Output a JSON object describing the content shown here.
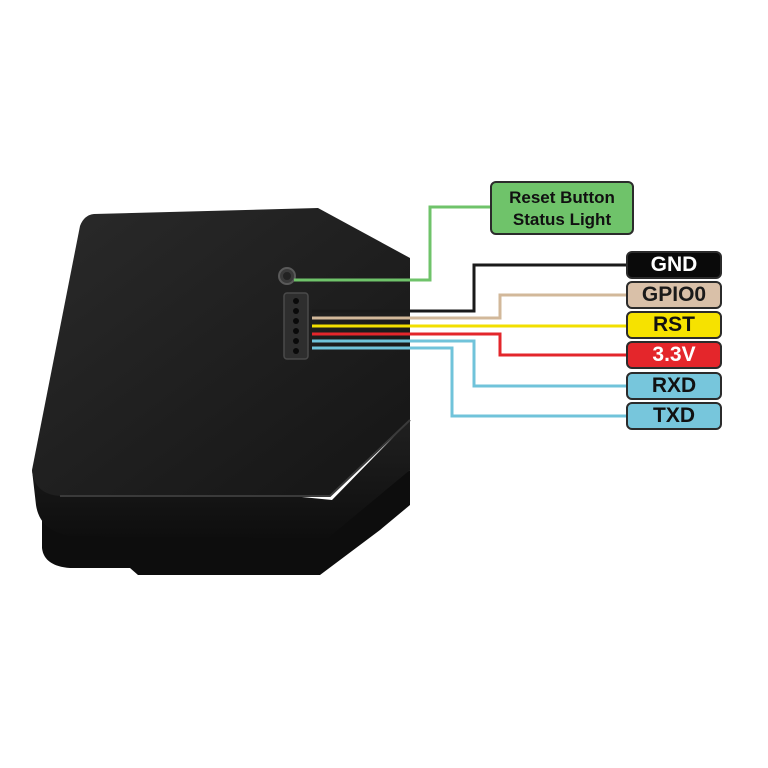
{
  "callouts": {
    "reset_line1": "Reset Button",
    "reset_line2": "Status Light",
    "reset_color": "#6fc36a"
  },
  "pins": [
    {
      "label": "GND",
      "fill": "#0a0a0a",
      "text_color": "#ffffff",
      "wire_color": "#1a1a1a"
    },
    {
      "label": "GPIO0",
      "fill": "#d9c0a8",
      "text_color": "#1a1a1a",
      "wire_color": "#d2b89a"
    },
    {
      "label": "RST",
      "fill": "#f6e200",
      "text_color": "#111111",
      "wire_color": "#f2df00"
    },
    {
      "label": "3.3V",
      "fill": "#e4262b",
      "text_color": "#ffffff",
      "wire_color": "#e3262b"
    },
    {
      "label": "RXD",
      "fill": "#77c6dc",
      "text_color": "#111111",
      "wire_color": "#70c3da"
    },
    {
      "label": "TXD",
      "fill": "#77c6dc",
      "text_color": "#111111",
      "wire_color": "#70c3da"
    }
  ],
  "device": {
    "body_color": "#1c1c1c",
    "connector_pin_count": 6
  }
}
